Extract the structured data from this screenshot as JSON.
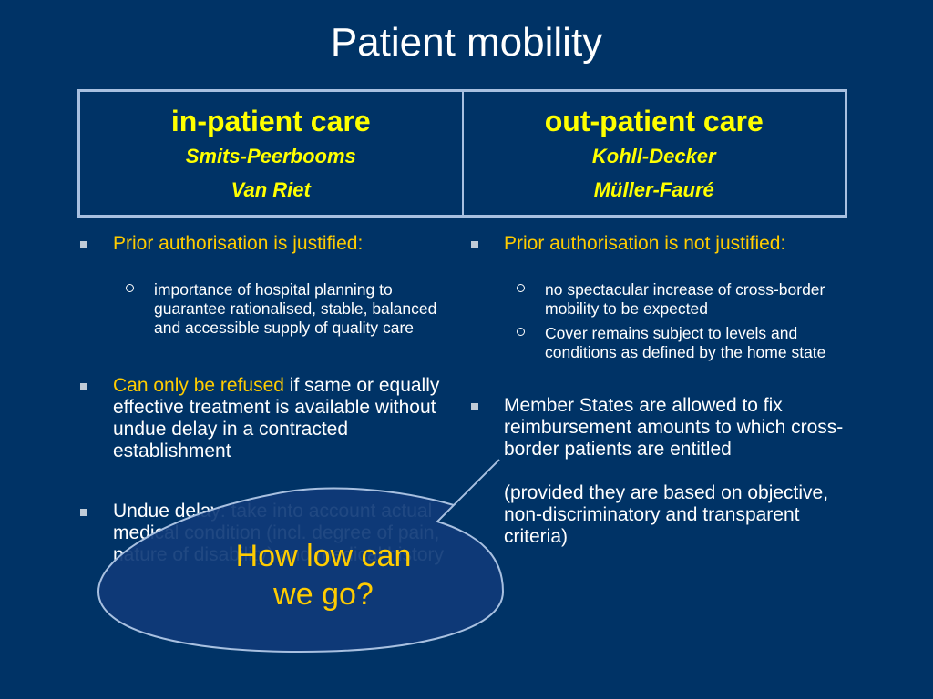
{
  "slide": {
    "title": "Patient mobility",
    "cases": {
      "inpatient": {
        "heading": "in-patient care",
        "case1": "Smits-Peerbooms",
        "case2": "Van Riet"
      },
      "outpatient": {
        "heading": "out-patient care",
        "case1": "Kohll-Decker",
        "case2": "Müller-Fauré"
      }
    },
    "left": {
      "b1": "Prior authorisation is justified:",
      "b1_sub1": "importance of hospital planning to guarantee rationalised, stable, balanced and accessible supply of quality care",
      "b2_highlight": "Can only be refused",
      "b2_rest": " if same or equally effective treatment is available without undue delay in a contracted establishment",
      "b3": "Undue delay: take into account actual medical condition (incl. degree of pain, nature of disability) and medical history"
    },
    "right": {
      "b1": "Prior authorisation is not justified:",
      "b1_sub1": "no spectacular increase of cross-border mobility to be expected",
      "b1_sub2": "Cover remains subject to levels and conditions as defined by the home state",
      "b2": "Member States are allowed to fix reimbursement amounts to which cross-border patients are entitled",
      "b2_note": "(provided they are based on objective, non-discriminatory and transparent criteria)"
    },
    "callout": {
      "line1": "How low can",
      "line2": "we go?"
    },
    "colors": {
      "background": "#003366",
      "highlight": "#ffcc00",
      "case_text": "#ffff00",
      "bubble_fill": "#0f3a78"
    }
  }
}
